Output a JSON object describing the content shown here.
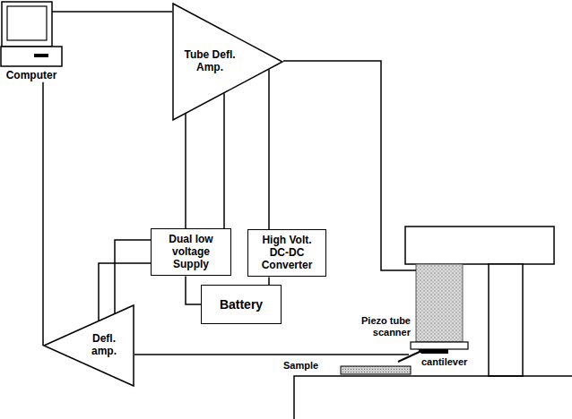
{
  "diagram": {
    "nodes": [
      {
        "text": [
          "Computer"
        ]
      },
      {
        "text": [
          "Tube Defl. Amp."
        ]
      },
      {
        "text": [
          "Dual low voltage Supply"
        ]
      },
      {
        "text": [
          "High Volt. DC-DC Converter"
        ]
      },
      {
        "text": [
          "Battery"
        ]
      },
      {
        "text": [
          "Defl. amp."
        ]
      }
    ],
    "edges": [
      {
        "from": 0,
        "to": 1,
        "arrow": "none"
      },
      {
        "from": 0,
        "to": 5,
        "arrow": "none"
      },
      {
        "from": 1,
        "to": 2,
        "arrow": "none"
      },
      {
        "from": 1,
        "to": 2,
        "arrow": "none"
      },
      {
        "from": 1,
        "to": 3,
        "arrow": "none"
      },
      {
        "from": 2,
        "to": 4,
        "arrow": "none"
      },
      {
        "from": 3,
        "to": 4,
        "arrow": "none"
      },
      {
        "from": 2,
        "to": 5,
        "arrow": "none"
      },
      {
        "from": 2,
        "to": 5,
        "arrow": "none"
      }
    ],
    "labels": [
      "Piezo tube scanner",
      "cantilever",
      "Sample"
    ]
  }
}
